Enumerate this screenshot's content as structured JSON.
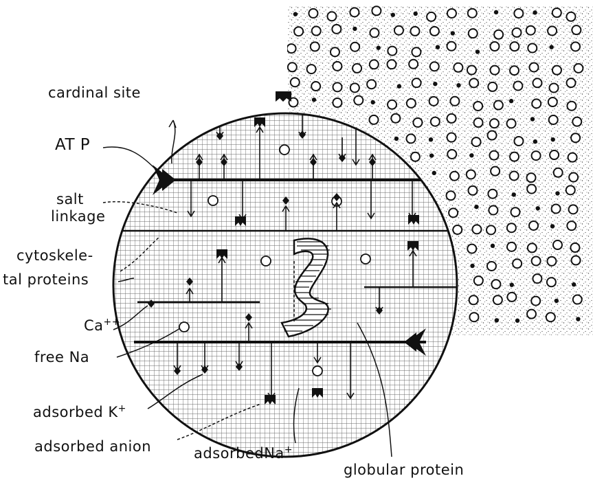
{
  "labels": {
    "cardinal_site": "cardinal site",
    "atp": "AT P",
    "salt_linkage_1": "salt",
    "salt_linkage_2": "linkage",
    "cytoskeletal_1": "cytoskele-",
    "cytoskeletal_2": "tal proteins",
    "ca": "Ca",
    "ca_charge": "++",
    "free_na": "free Na",
    "adsorbed_k": "adsorbed K",
    "adsorbed_k_charge": "+",
    "adsorbed_anion": "adsorbed anion",
    "adsorbed_na": "adsorbedNa",
    "adsorbed_na_charge": "+",
    "globular_protein": "globular protein"
  },
  "colors": {
    "ink": "#111111",
    "background": "#ffffff",
    "grid": "#555555",
    "stipple": "#333333"
  }
}
